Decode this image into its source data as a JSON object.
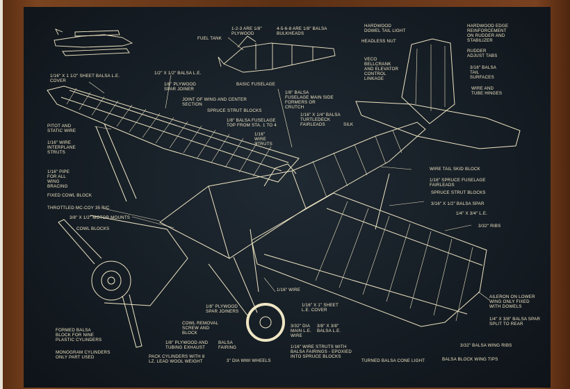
{
  "labels": {
    "fuel_tank": "FUEL TANK",
    "plywood_12": "1-2-3 ARE 1/8\" PLYWOOD",
    "bulkheads": "4-5-6-8 ARE 1/8\" BALSA BULKHEADS",
    "basic_fuselage": "BASIC FUSELAGE",
    "dowel_tail_light": "HARDWOOD DOWEL TAIL LIGHT",
    "headless_nut": "HEADLESS NUT",
    "hardwood_edge": "HARDWOOD EDGE REINFORCEMENT ON RUDDER AND STABILIZER",
    "veco_bellcrank": "VECO BELLCRANK AND ELEVATOR CONTROL LINKAGE",
    "rudder_tabs": "RUDDER ADJUST TABS",
    "balsa_tail": "3/16\" BALSA TAIL SURFACES",
    "wire_tube_hinges": "WIRE AND TUBE HINGES",
    "sheet_balsa_le": "1/16\" X 1 1/2\" SHEET BALSA L.E. COVER",
    "balsa_le": "1/2\" X 1/2\" BALSA L.E.",
    "spar_joiner": "1/8\" PLYWOOD SPAR JOINER",
    "joint_wing": "JOINT OF WING AND CENTER SECTION",
    "fuselage_formers": "1/8\" BALSA FUSELAGE MAIN SIDE FORMERS OR CRUTCH",
    "spruce_strut_blocks": "SPRUCE STRUT BLOCKS",
    "fuselage_top": "1/8\" BALSA FUSELAGE TOP FROM STA. 1 TO 4",
    "turtledeck": "1/16\" X 1/4\" BALSA TURTLEDECK FAIRLEADS",
    "silk": "SILK",
    "pitot": "PITOT AND STATIC WIRE",
    "interplane": "1/16\" WIRE INTERPLANE STRUTS",
    "wire_struts": "1/16\" WIRE STRUTS",
    "wing_bracing": "1/16\" PIPE FOR ALL WING BRACING",
    "fixed_cowl": "FIXED COWL BLOCK",
    "throttled": "THROTTLED MC-COY 35 R/C",
    "motor_mounts": "3/8\" X 1/2\" MOTOR MOUNTS",
    "cowl_blocks": "COWL BLOCKS",
    "tail_skid": "WIRE TAIL SKID BLOCK",
    "fairleads": "1/16\" SPRUCE FUSELAGE FAIRLEADS",
    "spruce_blocks2": "SPRUCE STRUT BLOCKS",
    "balsa_spar": "3/16\" X 1/2\" BALSA SPAR",
    "le_14": "1/4\" X 3/4\" L.E.",
    "ribs": "3/32\" RIBS",
    "aileron": "AILERON ON LOWER WING ONLY FIXED WITH DOWELS",
    "wire_116": "1/16\" WIRE",
    "sheet_le_cover": "1/16\" X 1\" SHEET L.E. COVER",
    "plywood_spar_joiners": "1/8\" PLYWOOD SPAR JOINERS",
    "dia_main": "3/32\" DIA MAIN L.E. WIRE",
    "balsa_38": "3/8\" X 3/8\" BALSA L.E.",
    "cowl_removal": "COWL REMOVAL SCREW AND BLOCK",
    "balsa_fairing": "BALSA FAIRING",
    "wheels": "3\" DIA WWI WHEELS",
    "wire_struts_balsa": "1/16\" WIRE STRUTS WITH BALSA FAIRINGS - EPOXIED INTO SPRUCE BLOCKS",
    "turned_cone": "TURNED BALSA CONE LIGHT",
    "wing_tips": "BALSA BLOCK WING TIPS",
    "wing_ribs": "3/32\" BALSA WING RIBS",
    "balsa_spar2": "1/4\" X 3/8\" BALSA SPAR SPLIT TO REAR",
    "formed_balsa": "FORMED BALSA BLOCK FOR NINE PLASTIC CYLINDERS",
    "monogram": "MONOGRAM CYLINDERS ONLY PART USED",
    "plywood_tubing": "1/8\" PLYWOOD AND TUBING EXHAUST",
    "pack_cylinders": "PACK CYLINDERS WITH 8 LZ. LEAD WOOL WEIGHT"
  },
  "colors": {
    "ink": "#efe6c4",
    "board": "#141b22",
    "frame": "#6a3818"
  }
}
